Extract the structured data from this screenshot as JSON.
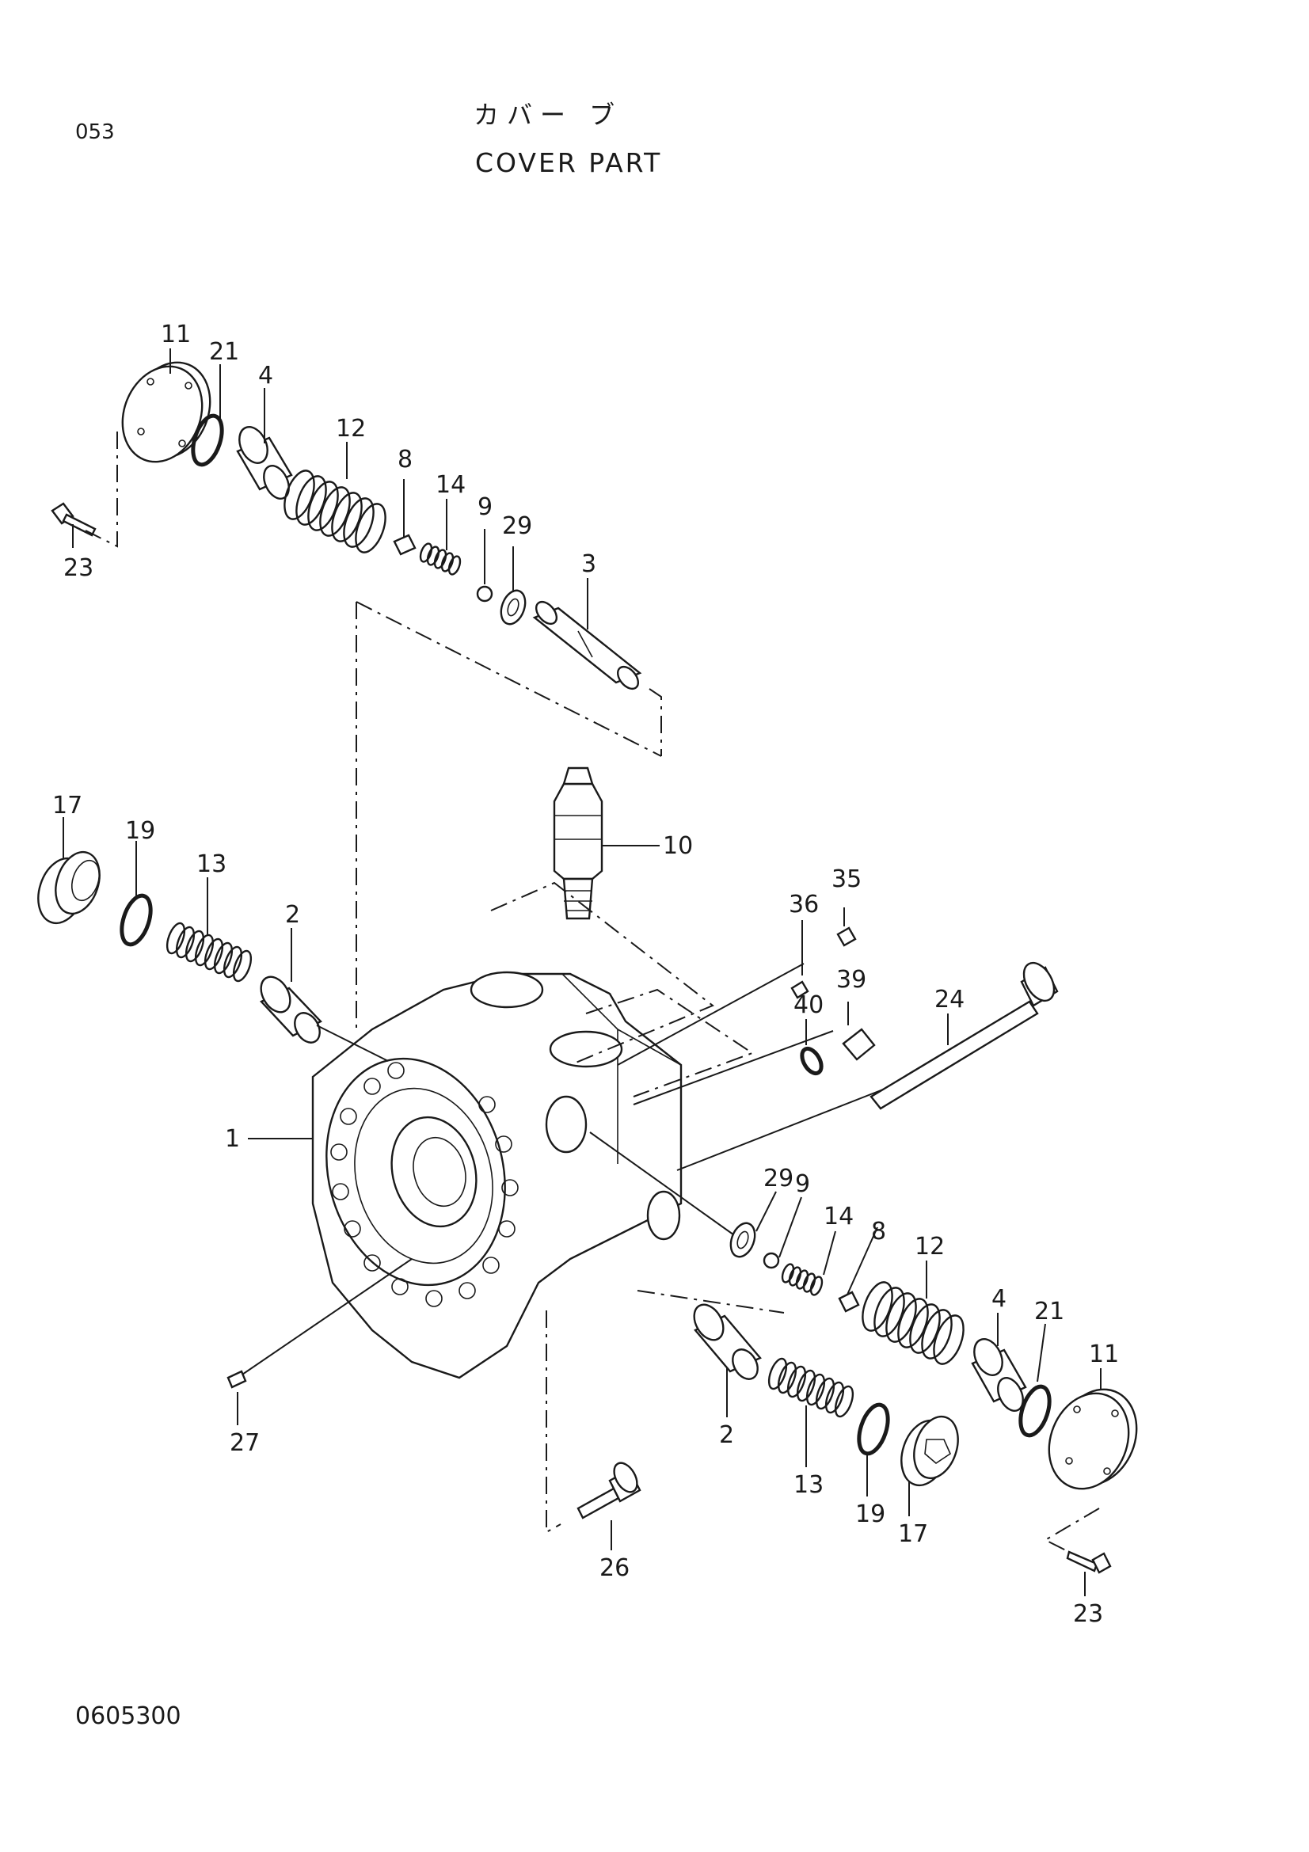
{
  "header": {
    "page_number": "053",
    "title_jp": "カバー ブ",
    "title_en": "COVER PART"
  },
  "footer": {
    "drawing_code": "0605300"
  },
  "callouts": {
    "c11a": "11",
    "c21a": "21",
    "c4a": "4",
    "c12a": "12",
    "c8a": "8",
    "c14a": "14",
    "c9a": "9",
    "c29a": "29",
    "c3": "3",
    "c23a": "23",
    "c17a": "17",
    "c19a": "19",
    "c13a": "13",
    "c2a": "2",
    "c10": "10",
    "c36": "36",
    "c35": "35",
    "c39": "39",
    "c40": "40",
    "c24": "24",
    "c1": "1",
    "c29b": "29",
    "c9b": "9",
    "c14b": "14",
    "c8b": "8",
    "c12b": "12",
    "c4b": "4",
    "c21b": "21",
    "c11b": "11",
    "c27": "27",
    "c2b": "2",
    "c13b": "13",
    "c19b": "19",
    "c17b": "17",
    "c26": "26",
    "c23b": "23"
  }
}
